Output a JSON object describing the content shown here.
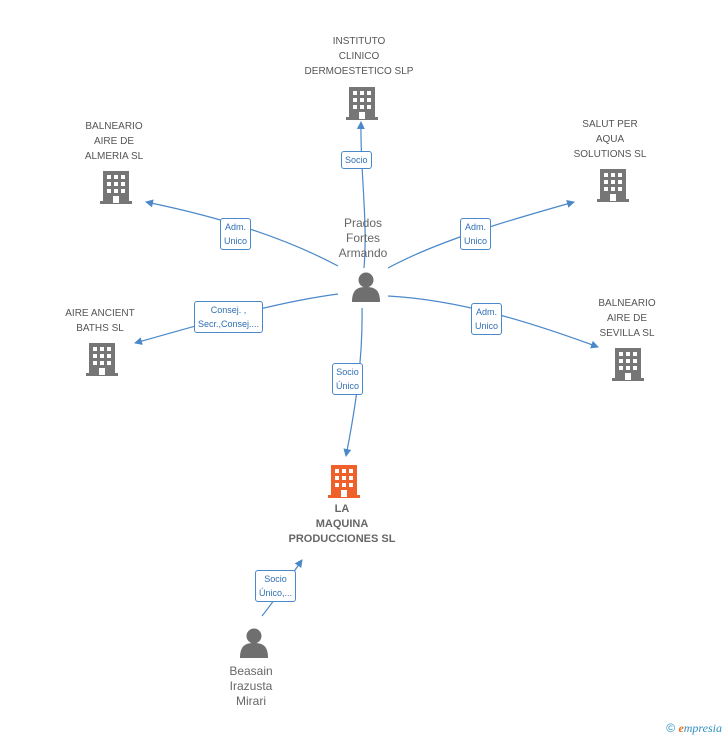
{
  "colors": {
    "edge": "#4a88c9",
    "building": "#767676",
    "main_building": "#f0602a",
    "person": "#6f6f6f"
  },
  "center_person": {
    "lines": [
      "Prados",
      "Fortes",
      "Armando"
    ]
  },
  "second_person": {
    "lines": [
      "Beasain",
      "Irazusta",
      "Mirari"
    ]
  },
  "main_company": {
    "lines": [
      "LA",
      "MAQUINA",
      "PRODUCCIONES SL"
    ]
  },
  "companies": [
    {
      "id": "instituto",
      "lines": [
        "INSTITUTO",
        "CLINICO",
        "DERMOESTETICO SLP"
      ]
    },
    {
      "id": "almeria",
      "lines": [
        "BALNEARIO",
        "AIRE DE",
        "ALMERIA  SL"
      ]
    },
    {
      "id": "salut",
      "lines": [
        "SALUT PER",
        "AQUA",
        "SOLUTIONS SL"
      ]
    },
    {
      "id": "ancient",
      "lines": [
        "AIRE ANCIENT",
        "BATHS  SL"
      ]
    },
    {
      "id": "sevilla",
      "lines": [
        "BALNEARIO",
        "AIRE DE",
        "SEVILLA  SL"
      ]
    }
  ],
  "edges": [
    {
      "id": "instituto",
      "lines": [
        "Socio"
      ]
    },
    {
      "id": "almeria",
      "lines": [
        "Adm.",
        "Unico"
      ]
    },
    {
      "id": "salut",
      "lines": [
        "Adm.",
        "Unico"
      ]
    },
    {
      "id": "ancient",
      "lines": [
        "Consej. ,",
        "Secr.,Consej...."
      ]
    },
    {
      "id": "sevilla",
      "lines": [
        "Adm.",
        "Unico"
      ]
    },
    {
      "id": "main",
      "lines": [
        "Socio",
        "Único"
      ]
    },
    {
      "id": "second",
      "lines": [
        "Socio",
        "Único,..."
      ]
    }
  ],
  "footer": {
    "copyright_symbol": "©",
    "brand_initial": "e",
    "brand_rest": "mpresia"
  }
}
